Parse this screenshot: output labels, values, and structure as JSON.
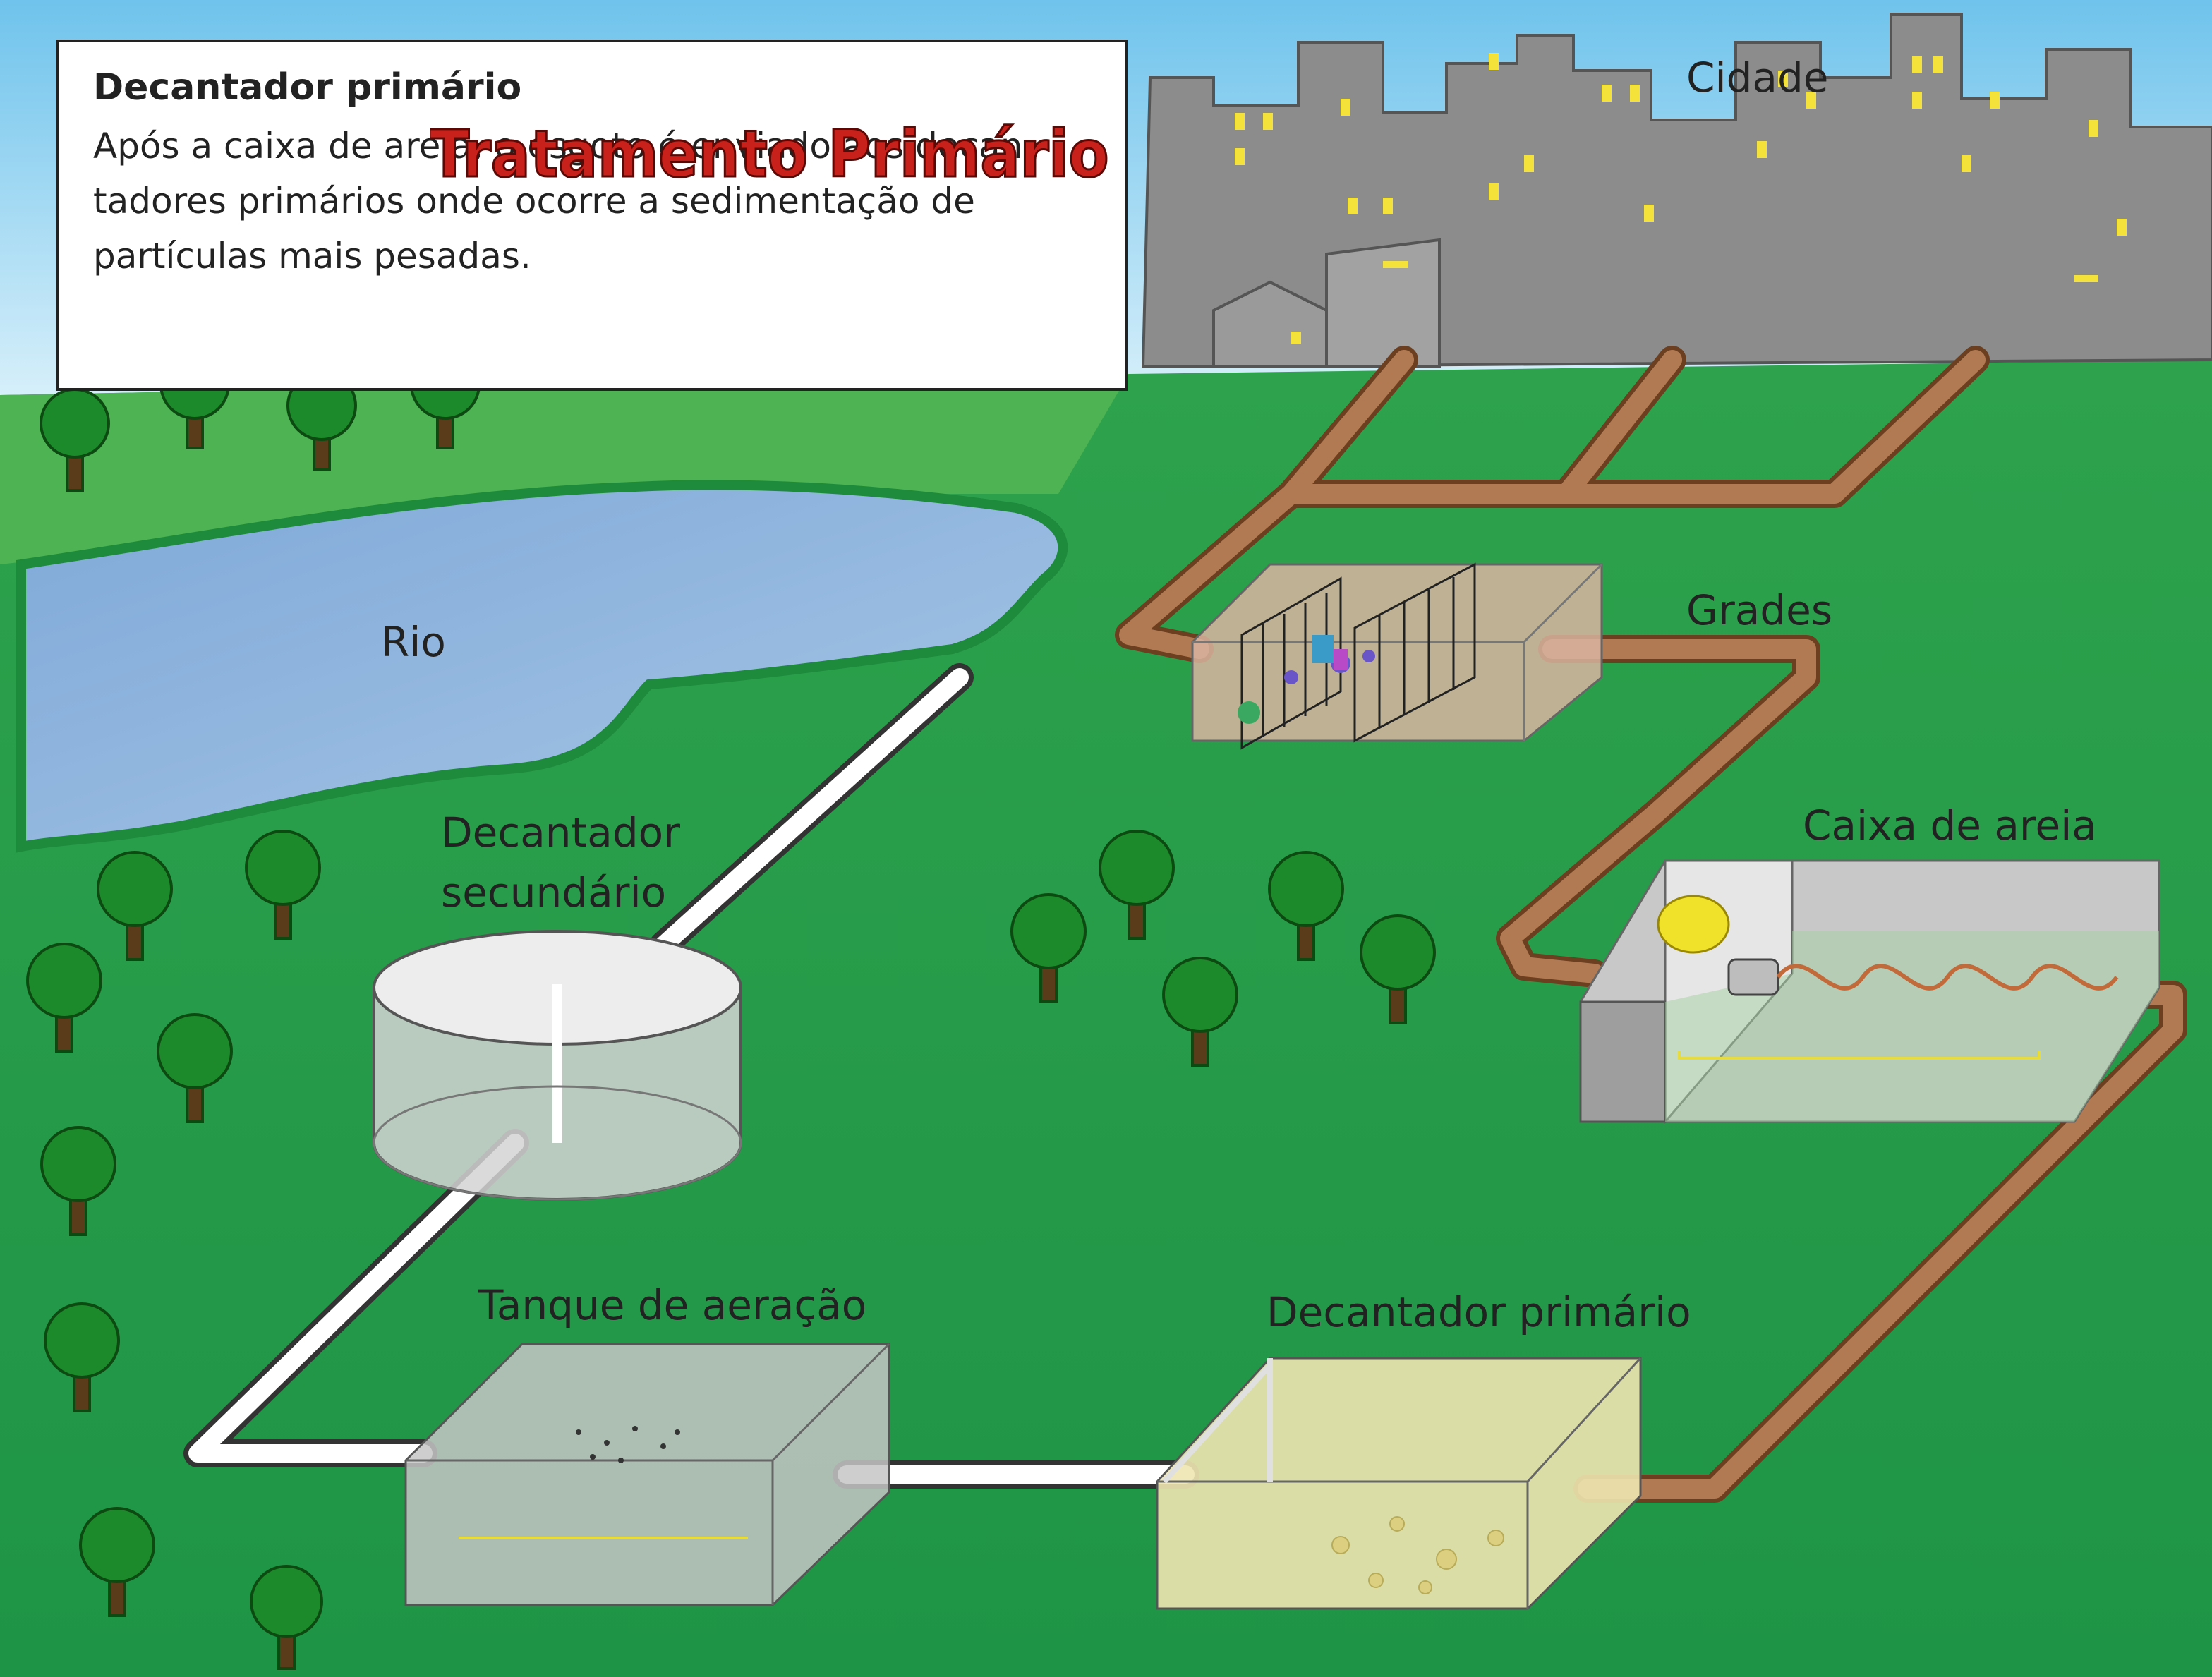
{
  "info_box": {
    "heading": "Decantador primário",
    "overlay_title": "(Tratamento Primário)",
    "body": "Após a caixa de areia, o esgoto é enviado aos decan-tadores primários onde ocorre a sedimentação de partículas mais pesadas."
  },
  "labels": {
    "city": "Cidade",
    "river": "Rio",
    "grates": "Grades",
    "grit_chamber": "Caixa de areia",
    "secondary_decanter_line1": "Decantador",
    "secondary_decanter_line2": "secundário",
    "aeration_tank": "Tanque de aeração",
    "primary_decanter": "Decantador primário"
  },
  "colors": {
    "grass": "#1f9a45",
    "river": "#8fb6de",
    "city": "#8c8c8c",
    "sewage_pipe": "#b27a52",
    "treated_pipe": "#ffffff",
    "overlay_title": "#c8201a"
  }
}
